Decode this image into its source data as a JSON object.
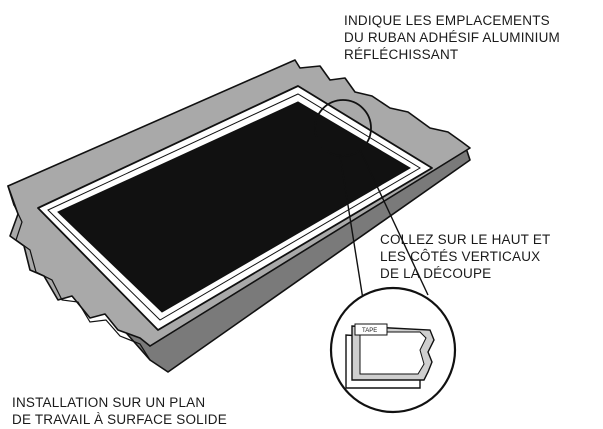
{
  "diagram": {
    "callouts": {
      "tape_locations": "INDIQUE LES EMPLACEMENTS\nDU RUBAN ADHÉSIF ALUMINIUM\nRÉFLÉCHISSANT",
      "apply_sides": "COLLEZ SUR LE HAUT ET\nLES CÔTÉS VERTICAUX\nDE LA DÉCOUPE",
      "installation": "INSTALLATION SUR UN PLAN\nDE TRAVAIL À SURFACE SOLIDE"
    },
    "tape_tag": "TAPE",
    "colors": {
      "countertop_top": "#a9a9a9",
      "countertop_edge": "#7a7a7a",
      "cutout": "#111111",
      "frame": "#ffffff",
      "outline": "#111111"
    }
  }
}
